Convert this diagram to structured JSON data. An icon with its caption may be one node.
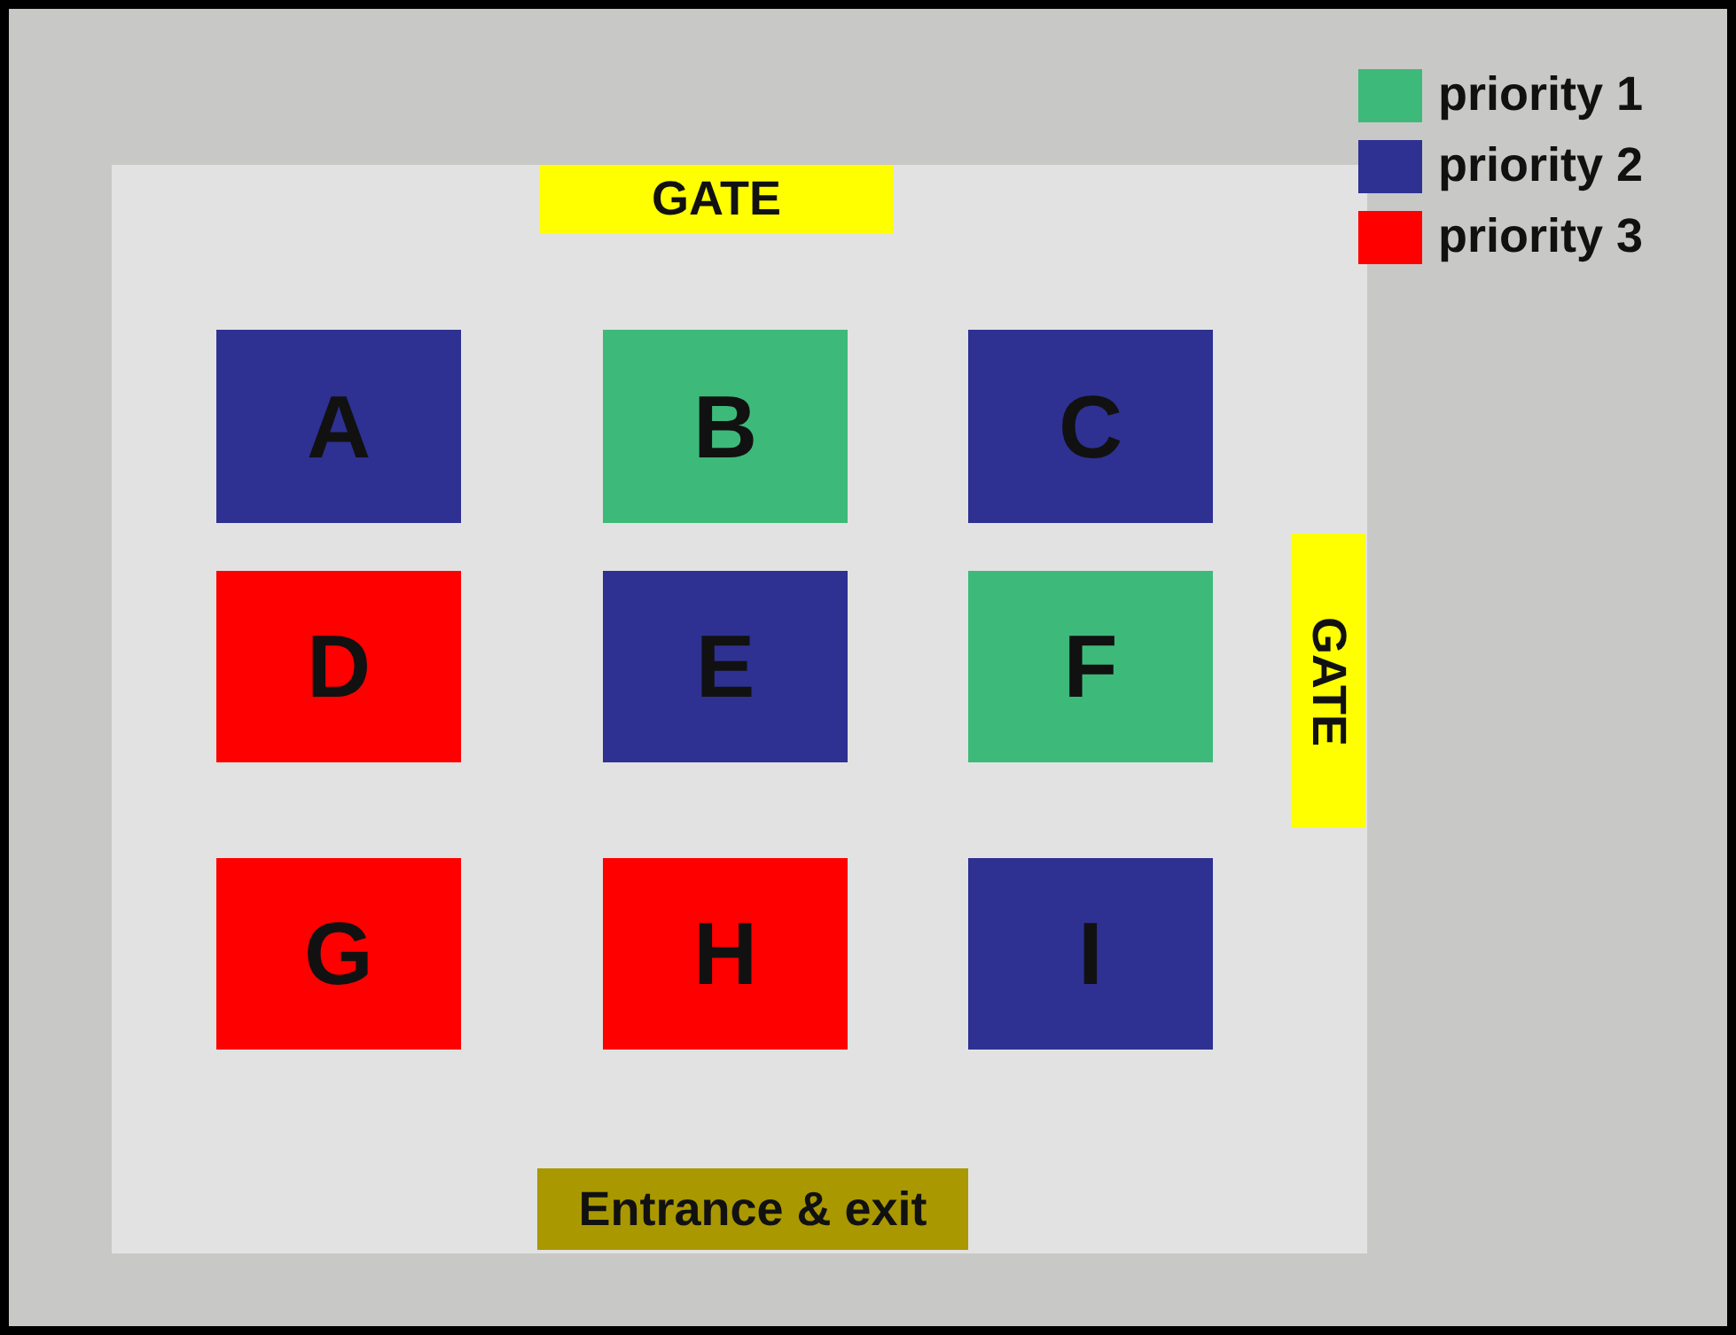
{
  "diagram": {
    "nodes": [
      {
        "text": [
          "GATE"
        ]
      },
      {
        "text": [
          "A"
        ]
      },
      {
        "text": [
          "B"
        ]
      },
      {
        "text": [
          "C"
        ]
      },
      {
        "text": [
          "D"
        ]
      },
      {
        "text": [
          "E"
        ]
      },
      {
        "text": [
          "F"
        ]
      },
      {
        "text": [
          "GATE"
        ]
      },
      {
        "text": [
          "G"
        ]
      },
      {
        "text": [
          "H"
        ]
      },
      {
        "text": [
          "I"
        ]
      },
      {
        "text": [
          "Entrance & exit"
        ]
      }
    ],
    "edges": [],
    "legend": [
      {
        "text": "priority 1",
        "color": "#3dba7a"
      },
      {
        "text": "priority 2",
        "color": "#2e3192"
      },
      {
        "text": "priority 3",
        "color": "#ff0000"
      }
    ]
  }
}
